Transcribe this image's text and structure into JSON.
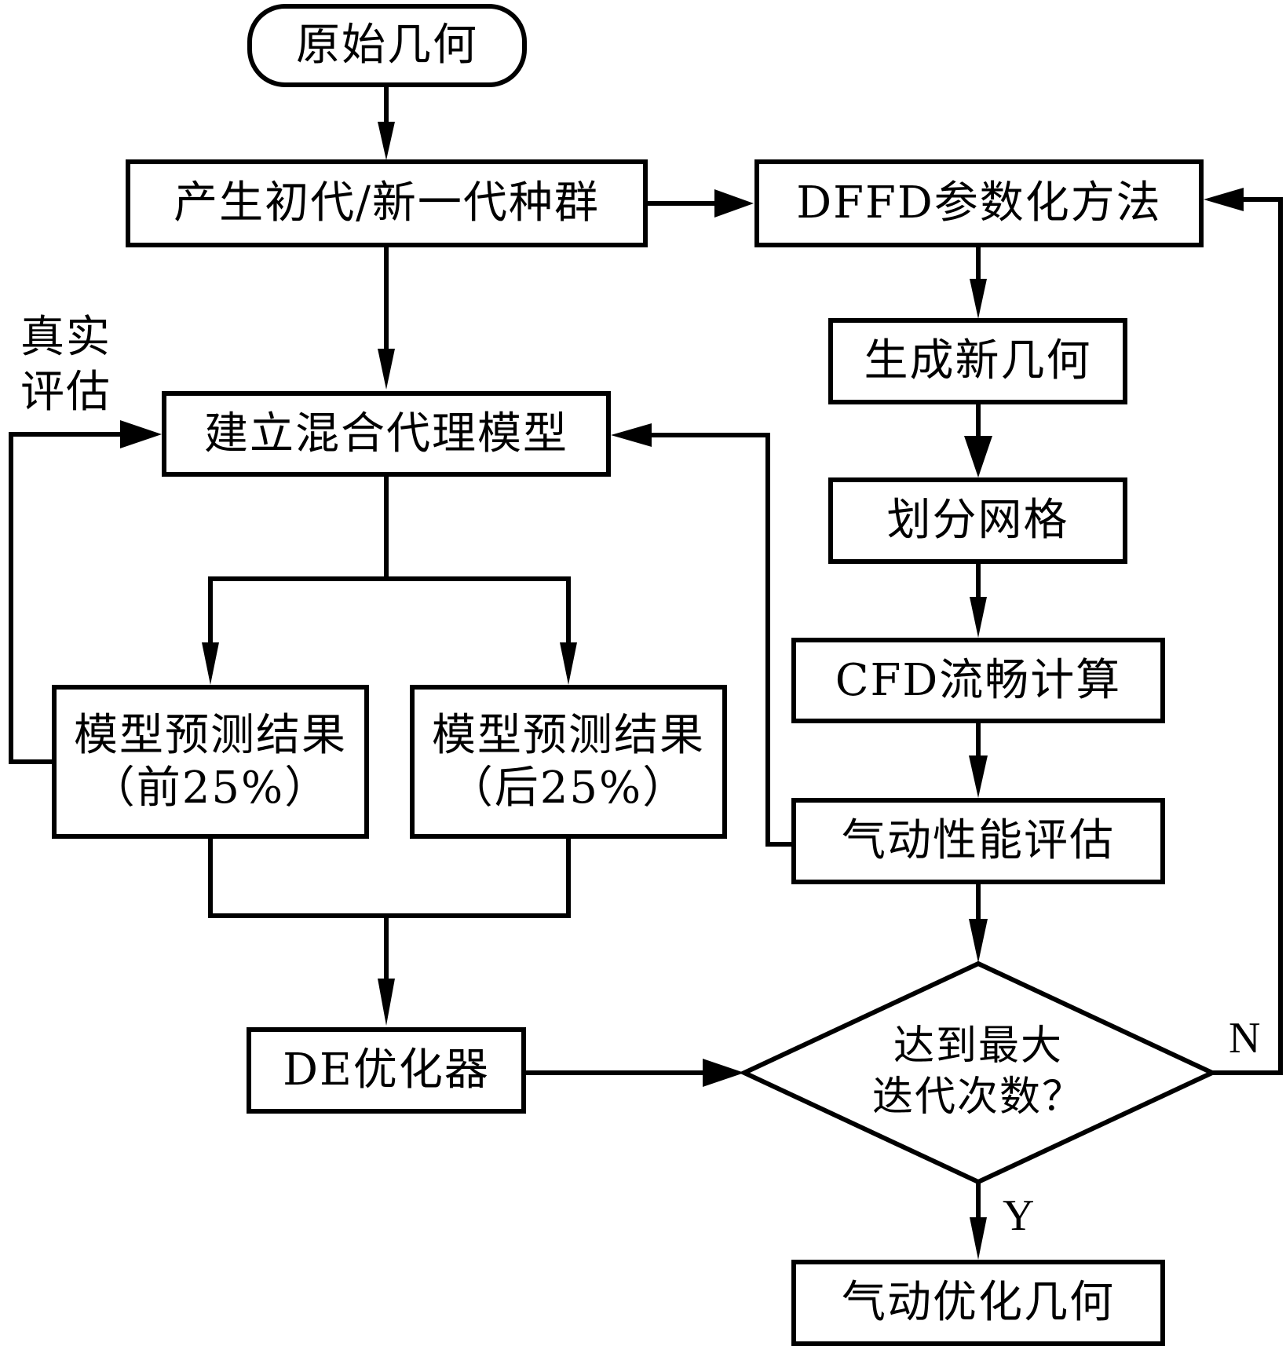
{
  "diagram": {
    "type": "flowchart",
    "nodes": {
      "start": {
        "text": "原始几何"
      },
      "init_population": {
        "text": "产生初代/新一代种群"
      },
      "dffd": {
        "text": "DFFD参数化方法"
      },
      "new_geometry": {
        "text": "生成新几何"
      },
      "mesh": {
        "text": "划分网格"
      },
      "cfd": {
        "text": "CFD流畅计算"
      },
      "aero_eval": {
        "text": "气动性能评估"
      },
      "surrogate": {
        "text": "建立混合代理模型"
      },
      "pred_top": {
        "line1": "模型预测结果",
        "line2": "（前25%）"
      },
      "pred_bottom": {
        "line1": "模型预测结果",
        "line2": "（后25%）"
      },
      "de_optimizer": {
        "text": "DE优化器"
      },
      "decision": {
        "line1": "达到最大",
        "line2": "迭代次数？"
      },
      "final": {
        "text": "气动优化几何"
      }
    },
    "labels": {
      "real_eval_line1": "真实",
      "real_eval_line2": "评估",
      "yes": "Y",
      "no": "N"
    },
    "edges": [
      {
        "from": "start",
        "to": "init_population"
      },
      {
        "from": "init_population",
        "to": "dffd"
      },
      {
        "from": "init_population",
        "to": "surrogate"
      },
      {
        "from": "dffd",
        "to": "new_geometry"
      },
      {
        "from": "new_geometry",
        "to": "mesh"
      },
      {
        "from": "mesh",
        "to": "cfd"
      },
      {
        "from": "cfd",
        "to": "aero_eval"
      },
      {
        "from": "aero_eval",
        "to": "surrogate"
      },
      {
        "from": "aero_eval",
        "to": "decision"
      },
      {
        "from": "surrogate",
        "to": "pred_top"
      },
      {
        "from": "surrogate",
        "to": "pred_bottom"
      },
      {
        "from": "pred_top",
        "to": "surrogate",
        "label": "真实评估"
      },
      {
        "from": "pred_top",
        "to": "de_optimizer"
      },
      {
        "from": "pred_bottom",
        "to": "de_optimizer"
      },
      {
        "from": "de_optimizer",
        "to": "decision"
      },
      {
        "from": "decision",
        "to": "dffd",
        "label": "N"
      },
      {
        "from": "decision",
        "to": "final",
        "label": "Y"
      }
    ]
  }
}
